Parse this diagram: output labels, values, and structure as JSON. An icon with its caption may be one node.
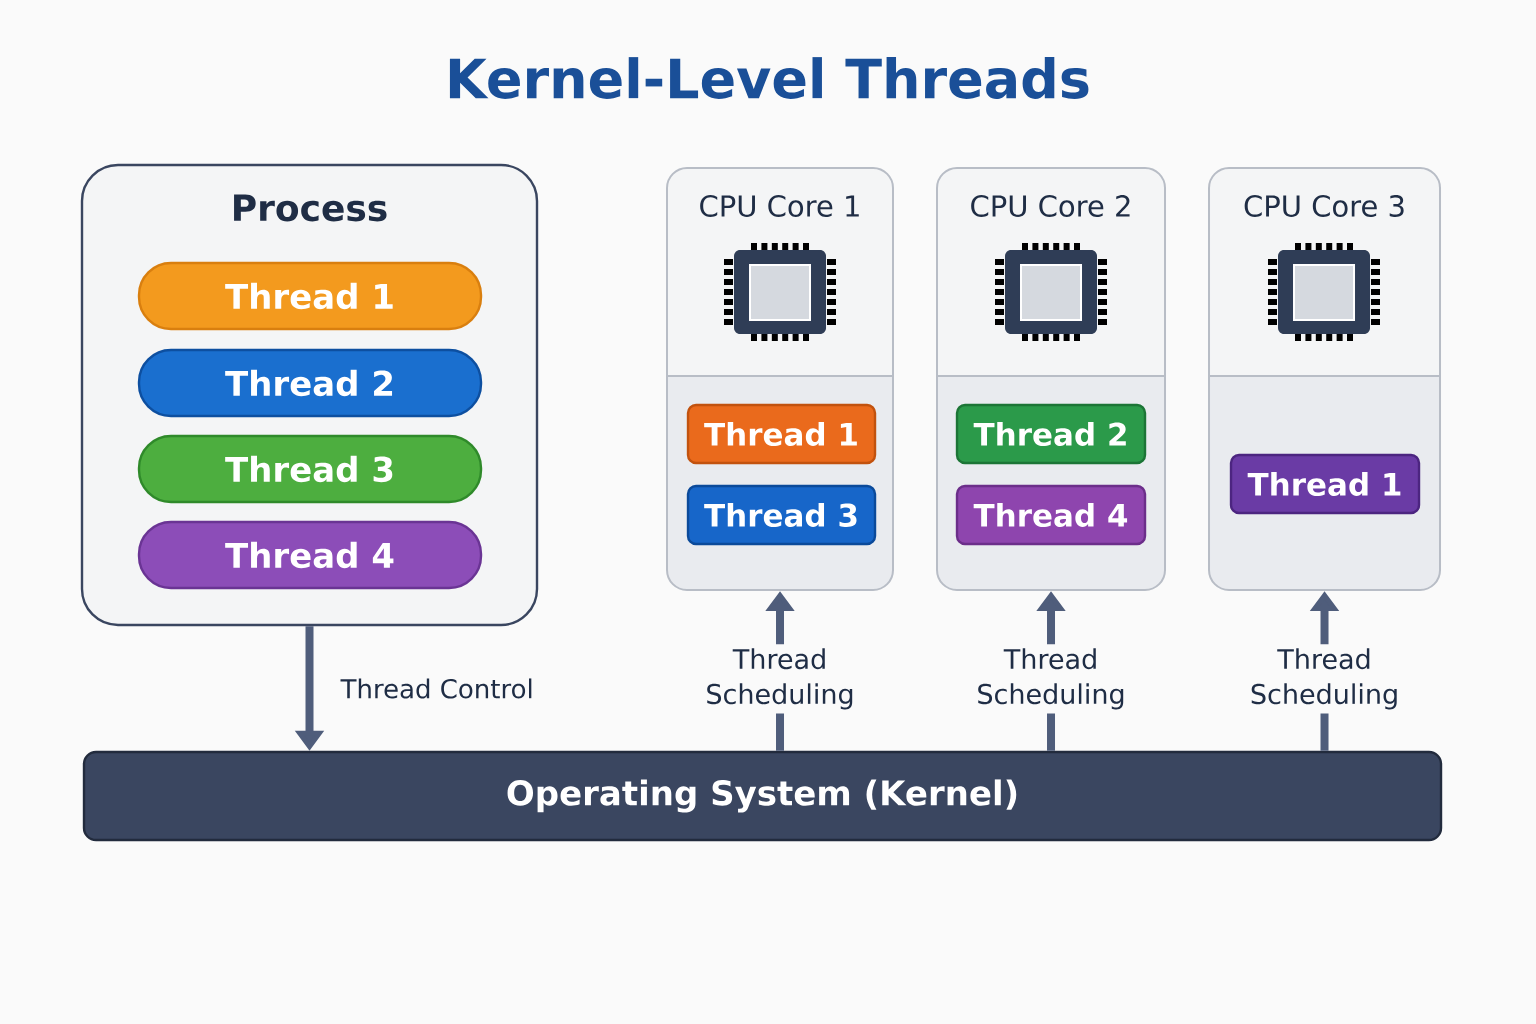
{
  "diagram": {
    "title": "Kernel-Level Threads",
    "nodes": [
      {
        "text": [
          "Process"
        ]
      },
      {
        "text": [
          "Thread 1"
        ],
        "in": 0
      },
      {
        "text": [
          "Thread 2"
        ],
        "in": 0
      },
      {
        "text": [
          "Thread 3"
        ],
        "in": 0
      },
      {
        "text": [
          "Thread 4"
        ],
        "in": 0
      },
      {
        "text": [
          "CPU Core 1"
        ]
      },
      {
        "text": [
          "Thread 1"
        ],
        "in": 5
      },
      {
        "text": [
          "Thread 3"
        ],
        "in": 5
      },
      {
        "text": [
          "CPU Core 2"
        ]
      },
      {
        "text": [
          "Thread 2"
        ],
        "in": 8
      },
      {
        "text": [
          "Thread 4"
        ],
        "in": 8
      },
      {
        "text": [
          "CPU Core 3"
        ]
      },
      {
        "text": [
          "Thread 1"
        ],
        "in": 11
      },
      {
        "text": [
          "Operating System (Kernel)"
        ]
      }
    ],
    "edges": [
      {
        "from": 0,
        "to": 13,
        "arrow": "to",
        "label": "Thread Control"
      },
      {
        "from": 13,
        "to": 5,
        "arrow": "to",
        "label": "Thread Scheduling"
      },
      {
        "from": 13,
        "to": 8,
        "arrow": "to",
        "label": "Thread Scheduling"
      },
      {
        "from": 13,
        "to": 11,
        "arrow": "to",
        "label": "Thread Scheduling"
      }
    ]
  }
}
